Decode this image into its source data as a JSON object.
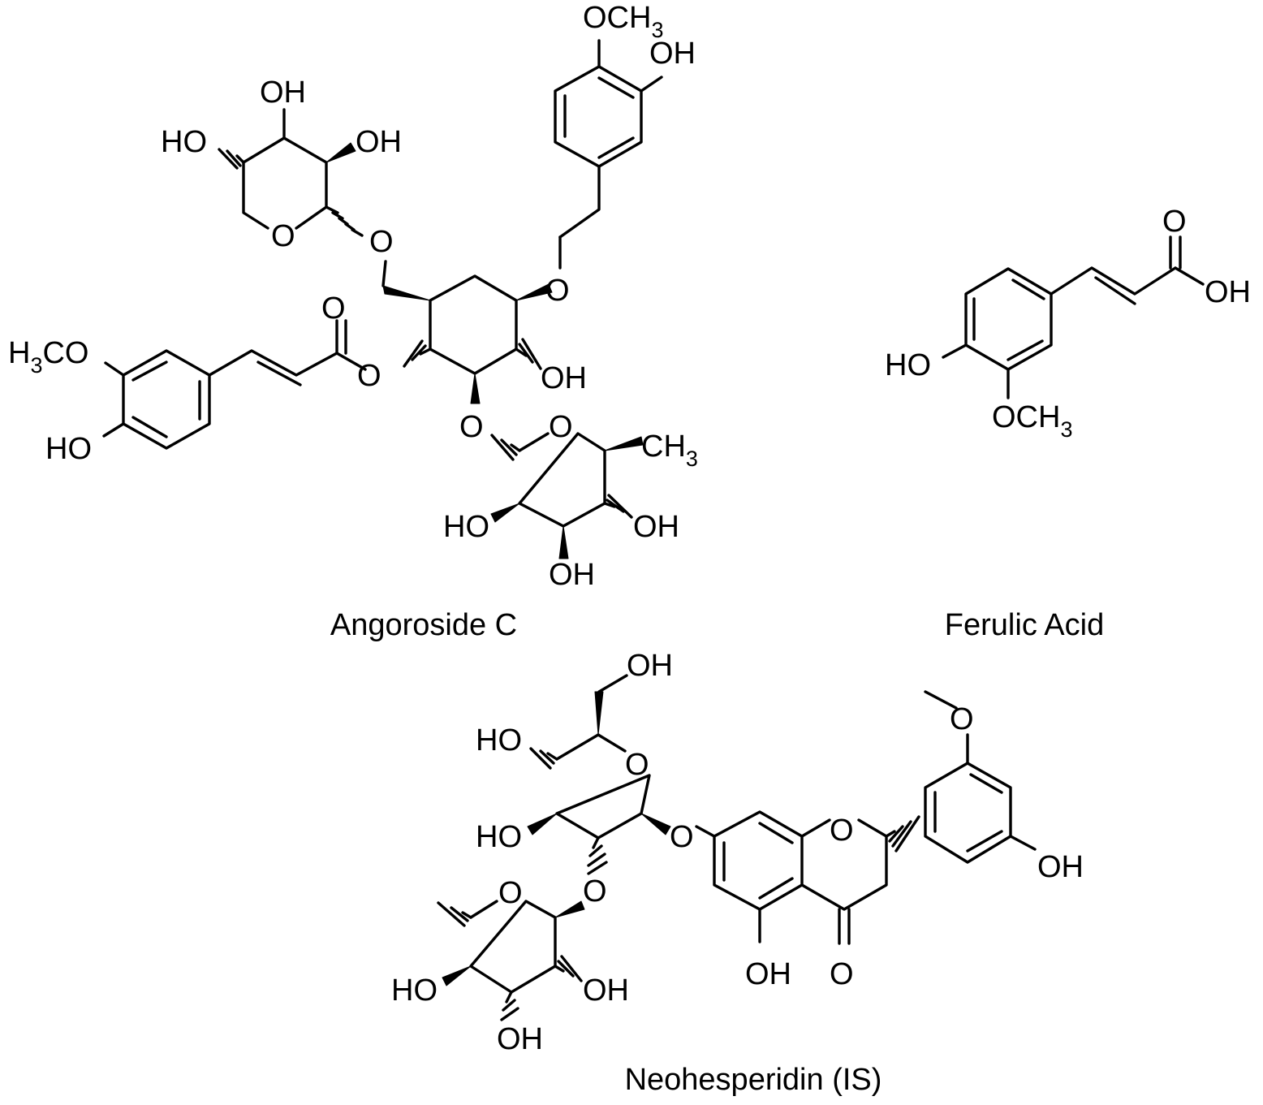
{
  "compounds": [
    {
      "name": "Angoroside C"
    },
    {
      "name": "Ferulic Acid"
    },
    {
      "name": "Neohesperidin (IS)"
    }
  ],
  "atom_labels": {
    "oh": "OH",
    "ho": "HO",
    "o": "O",
    "och": "OCH",
    "three": "3",
    "h": "H",
    "co": "CO",
    "ch": "CH"
  }
}
